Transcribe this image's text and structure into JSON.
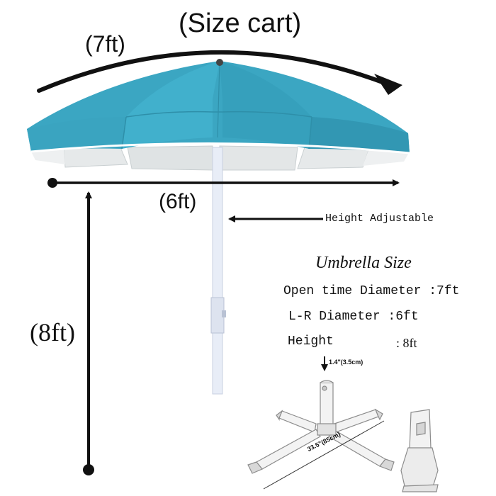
{
  "header": {
    "title": "(Size cart)"
  },
  "dimensions": {
    "open_diameter_label": "(7ft)",
    "lr_diameter_label": "(6ft)",
    "height_label": "(8ft)",
    "height_adjustable_label": "Height Adjustable"
  },
  "specs": {
    "title": "Umbrella Size",
    "open_diameter": "Open time Diameter :7ft",
    "lr_diameter": "L-R Diameter :6ft",
    "height_name": "Height",
    "height_value": ": 8ft"
  },
  "base": {
    "pole_width": "1.4\"(3.5cm)",
    "base_width": "33.5\"(85cm)"
  },
  "colors": {
    "canopy": "#3ba6c2",
    "canopy_dark": "#2e8fa9",
    "underside": "#e6e9ea",
    "pole": "#e8edf7",
    "ink": "#111111"
  }
}
